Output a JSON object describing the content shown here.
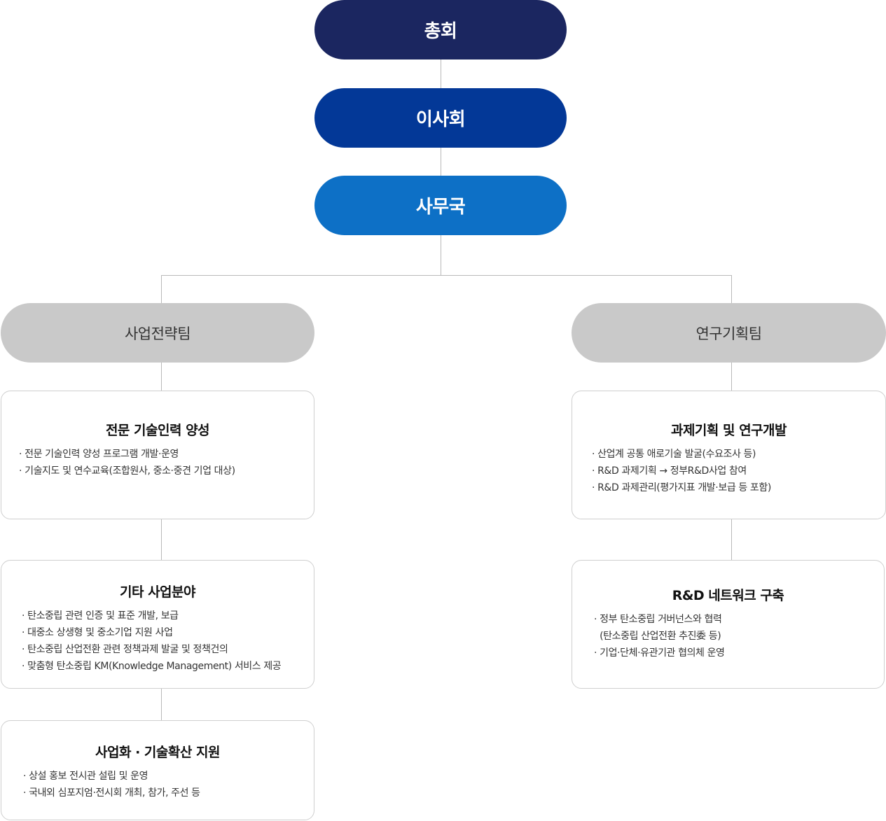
{
  "colors": {
    "general_assembly": "#1b2660",
    "board": "#033897",
    "secretariat": "#0d70c6",
    "team": "#c9c9c9",
    "line": "#b9b9b9"
  },
  "top": {
    "general_assembly": "총회",
    "board": "이사회",
    "secretariat": "사무국"
  },
  "teams": {
    "business_strategy": "사업전략팀",
    "research_planning": "연구기획팀"
  },
  "cards": {
    "talent": {
      "title": "전문 기술인력 양성",
      "items": [
        "· 전문 기술인력 양성 프로그램 개발·운영",
        "· 기술지도 및 연수교육(조합원사, 중소·중견 기업 대상)"
      ]
    },
    "other": {
      "title": "기타 사업분야",
      "items": [
        "· 탄소중립 관련 인증 및 표준 개발, 보급",
        "· 대중소 상생형 및 중소기업 지원 사업",
        "· 탄소중립 산업전환 관련 정책과제 발굴 및 정책건의",
        "· 맞춤형 탄소중립 KM(Knowledge Management) 서비스 제공"
      ]
    },
    "commercial": {
      "title": "사업화 · 기술확산 지원",
      "items": [
        "· 상설 홍보 전시관 설립 및 운영",
        "· 국내외 심포지엄·전시회 개최, 참가, 주선 등"
      ]
    },
    "rnd_planning": {
      "title": "과제기획 및 연구개발",
      "items": [
        "· 산업계 공통 애로기술 발굴(수요조사 등)",
        "· R&D 과제기획 → 정부R&D사업 참여",
        "· R&D 과제관리(평가지표 개발·보급 등 포함)"
      ]
    },
    "network": {
      "title": "R&D 네트워크 구축",
      "items": [
        "· 정부 탄소중립 거버넌스와 협력",
        "  (탄소중립 산업전환 추진委 등)",
        "· 기업·단체·유관기관 협의체 운영"
      ]
    }
  }
}
